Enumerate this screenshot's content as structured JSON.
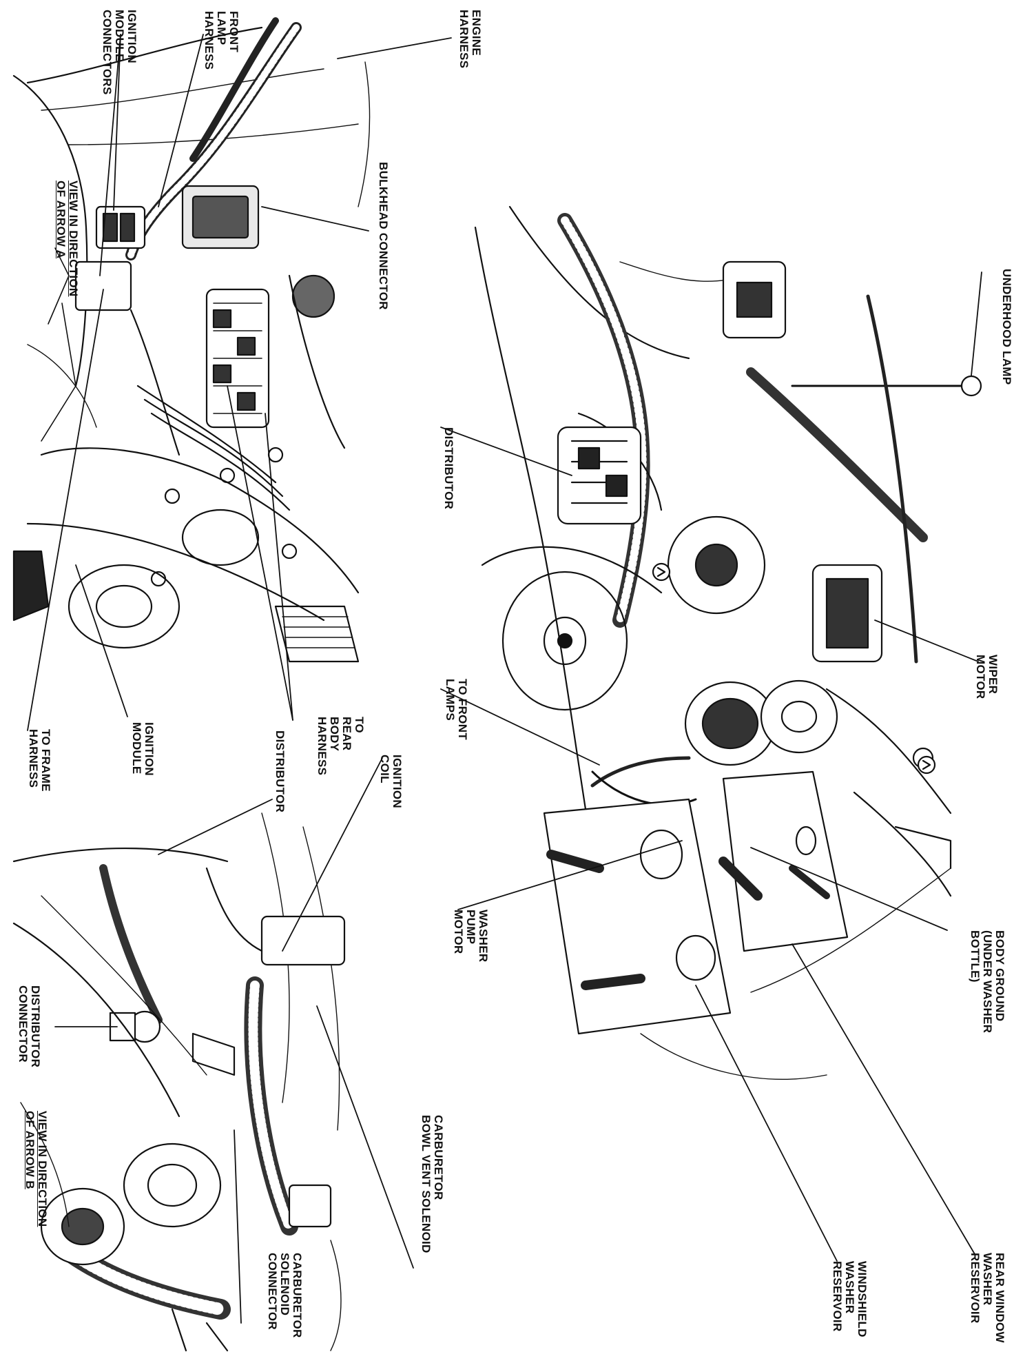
{
  "figure": {
    "rotation": "90deg clockwise",
    "ink_color": "#111111",
    "background": "#ffffff",
    "fill_color": "#444444"
  },
  "labels": {
    "engine_harness": "ENGINE\nHARNESS",
    "front_lamp_harness": "FRONT\nLAMP\nHARNESS",
    "ignition_module_connectors": "IGNITION\nMODULE\nCONNECTORS",
    "bulkhead_connector": "BULKHEAD CONNECTOR",
    "view_arrow_a": "VIEW IN DIRECTION\nOF ARROW A",
    "to_rear_body_harness": "TO\nREAR\nBODY\nHARNESS",
    "ignition_module": "IGNITION\nMODULE",
    "to_frame_harness": "TO FRAME\nHARNESS",
    "underhood_lamp": "UNDERHOOD LAMP",
    "distributor_main": "DISTRIBUTOR",
    "wiper_motor": "WIPER\nMOTOR",
    "to_front_lamps": "TO FRONT\nLAMPS",
    "ignition_coil": "IGNITION\nCOIL",
    "distributor_b": "DISTRIBUTOR",
    "washer_pump_motor": "WASHER\nPUMP\nMOTOR",
    "body_ground": "BODY GROUND\n(UNDER WASHER\nBOTTLE)",
    "distributor_connector": "DISTRIBUTOR\nCONNECTOR",
    "view_arrow_b": "VIEW IN DIRECTION\nOF ARROW B",
    "carburetor_bowl_vent_solenoid": "CARBURETOR\nBOWL VENT SOLENOID",
    "carburetor_solenoid_connector": "CARBURETOR\nSOLENOID\nCONNECTOR",
    "windshield_washer_reservoir": "WINDSHIELD\nWASHER\nRESERVOIR",
    "rear_window_washer_reservoir": "REAR WINDOW\nWASHER\nRESERVOIR"
  }
}
